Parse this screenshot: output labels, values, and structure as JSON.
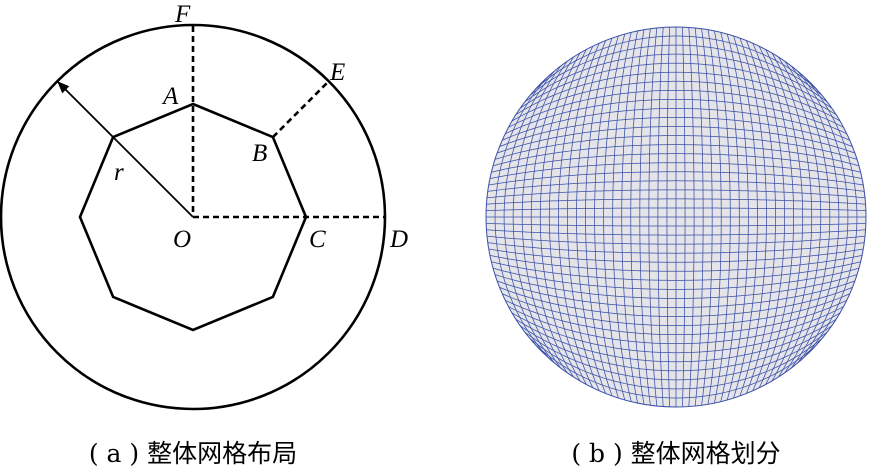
{
  "figure_a": {
    "labels": {
      "F": "F",
      "E": "E",
      "A": "A",
      "B": "B",
      "r": "r",
      "O": "O",
      "C": "C",
      "D": "D"
    },
    "caption": "( a ) 整体网格布局"
  },
  "figure_b": {
    "caption": "( b ) 整体网格划分"
  },
  "colors": {
    "outline": "#000000",
    "mesh_line": "#3a50a8",
    "mesh_fill": "#e4e4e9"
  }
}
